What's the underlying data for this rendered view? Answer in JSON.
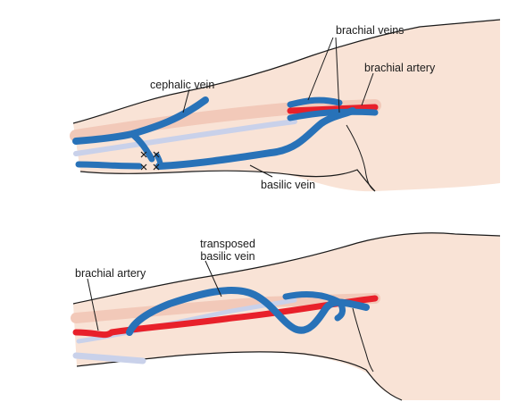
{
  "diagram": {
    "top_panel": {
      "labels": {
        "brachial_veins": "brachial veins",
        "brachial_artery": "brachial artery",
        "cephalic_vein": "cephalic vein",
        "basilic_vein": "basilic vein"
      }
    },
    "bottom_panel": {
      "labels": {
        "transposed_basilic_vein_line1": "transposed",
        "transposed_basilic_vein_line2": "basilic vein",
        "brachial_artery": "brachial artery"
      }
    },
    "colors": {
      "skin": "#F9E3D6",
      "outline": "#1a1a1a",
      "vein": "#2872B8",
      "artery": "#E8202A",
      "deep_vein": "#C9D1EA",
      "muscle_band": "#F2C9B9"
    }
  }
}
